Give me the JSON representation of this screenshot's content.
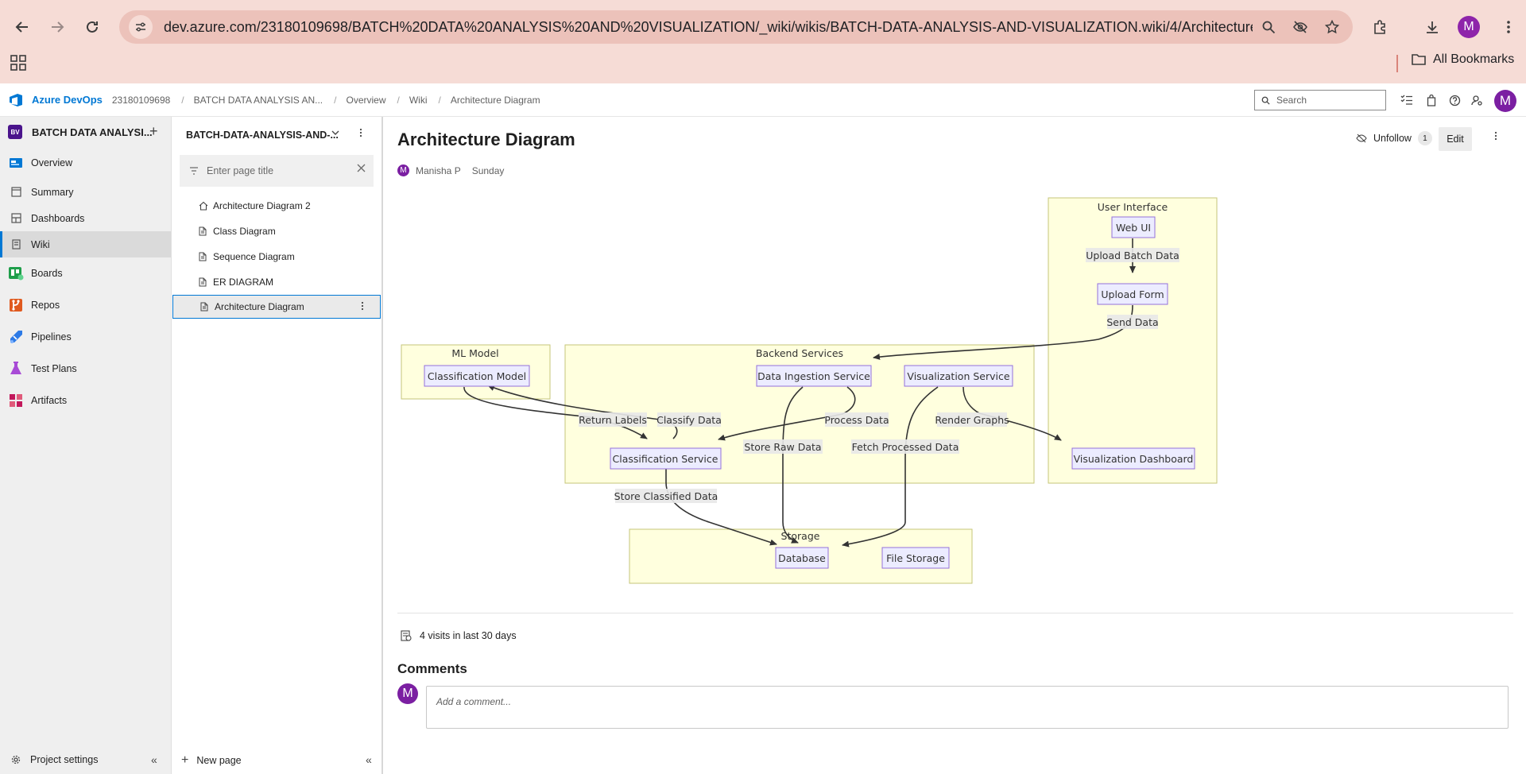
{
  "browser": {
    "url": "dev.azure.com/23180109698/BATCH%20DATA%20ANALYSIS%20AND%20VISUALIZATION/_wiki/wikis/BATCH-DATA-ANALYSIS-AND-VISUALIZATION.wiki/4/Architecture-Diagram",
    "profile_initial": "M",
    "bookmarks_label": "All Bookmarks"
  },
  "header": {
    "brand": "Azure DevOps",
    "breadcrumbs": [
      "23180109698",
      "BATCH DATA ANALYSIS AN...",
      "Overview",
      "Wiki",
      "Architecture Diagram"
    ],
    "search_placeholder": "Search",
    "user_initial": "M"
  },
  "left_nav": {
    "project_badge": "BV",
    "project_name": "BATCH DATA ANALYSI...",
    "items": [
      {
        "label": "Overview",
        "icon": "overview-icon"
      },
      {
        "label": "Summary",
        "icon": "summary-icon"
      },
      {
        "label": "Dashboards",
        "icon": "dashboards-icon"
      },
      {
        "label": "Wiki",
        "icon": "wiki-icon"
      },
      {
        "label": "Boards",
        "icon": "boards-icon"
      },
      {
        "label": "Repos",
        "icon": "repos-icon"
      },
      {
        "label": "Pipelines",
        "icon": "pipelines-icon"
      },
      {
        "label": "Test Plans",
        "icon": "test-plans-icon"
      },
      {
        "label": "Artifacts",
        "icon": "artifacts-icon"
      }
    ],
    "settings_label": "Project settings"
  },
  "wiki": {
    "wiki_name": "BATCH-DATA-ANALYSIS-AND-...",
    "filter_placeholder": "Enter page title",
    "pages": [
      {
        "label": "Architecture Diagram 2",
        "icon": "home-icon"
      },
      {
        "label": "Class Diagram",
        "icon": "page-icon"
      },
      {
        "label": "Sequence Diagram",
        "icon": "page-icon"
      },
      {
        "label": "ER DIAGRAM",
        "icon": "page-icon"
      },
      {
        "label": "Architecture Diagram",
        "icon": "page-icon"
      }
    ],
    "new_page_label": "New page"
  },
  "page": {
    "title": "Architecture Diagram",
    "unfollow_label": "Unfollow",
    "follower_count": "1",
    "edit_label": "Edit",
    "author_initial": "M",
    "author": "Manisha P",
    "date": "Sunday",
    "visits": "4 visits in last 30 days",
    "comments_title": "Comments",
    "commenter_initial": "M",
    "comment_placeholder": "Add a comment..."
  },
  "diagram": {
    "groups": {
      "ui": "User Interface",
      "ml": "ML Model",
      "backend": "Backend Services",
      "storage": "Storage"
    },
    "nodes": {
      "web_ui": "Web UI",
      "upload_form": "Upload Form",
      "classification_model": "Classification Model",
      "data_ingestion": "Data Ingestion Service",
      "visualization_service": "Visualization Service",
      "classification_service": "Classification Service",
      "visualization_dashboard": "Visualization Dashboard",
      "database": "Database",
      "file_storage": "File Storage"
    },
    "edges": {
      "upload_batch": "Upload Batch Data",
      "send_data": "Send Data",
      "return_labels": "Return Labels",
      "classify_data": "Classify Data",
      "process_data": "Process Data",
      "render_graphs": "Render Graphs",
      "store_raw": "Store Raw Data",
      "fetch_processed": "Fetch Processed Data",
      "store_classified": "Store Classified Data"
    },
    "colors": {
      "group_fill": "#ffffde",
      "group_stroke": "#c6c67a",
      "node_fill": "#ececff",
      "node_stroke": "#9370db",
      "label_bg": "#e8e8e8",
      "edge": "#333333"
    }
  }
}
